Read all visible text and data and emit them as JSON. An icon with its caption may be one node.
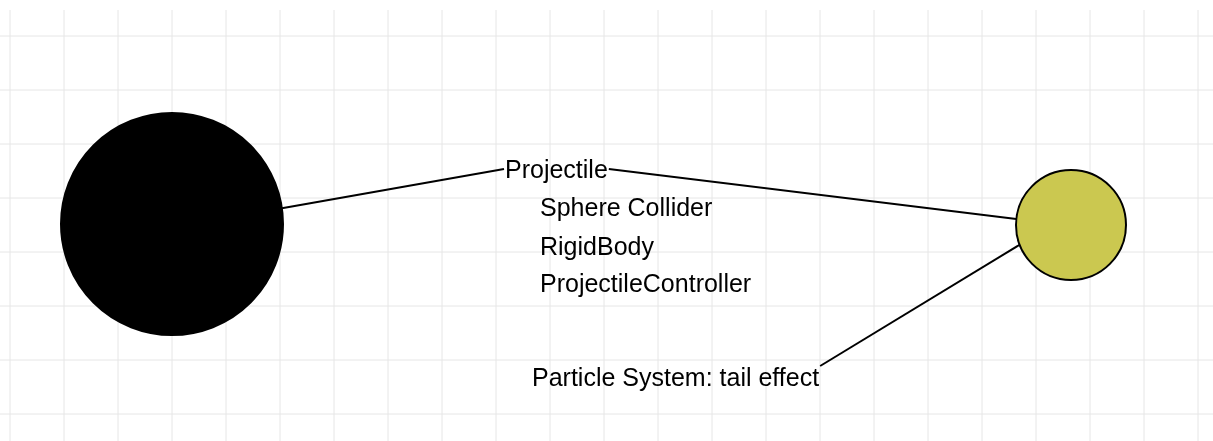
{
  "diagram": {
    "nodes": [
      {
        "text": [],
        "shape": "circle"
      },
      {
        "text": [],
        "shape": "circle"
      },
      {
        "text": [
          "Projectile"
        ]
      },
      {
        "text": [
          "Particle System: tail effect"
        ]
      }
    ],
    "edges": [
      {
        "from": 2,
        "to": 0,
        "arrow": "none"
      },
      {
        "from": 2,
        "to": 1,
        "arrow": "none"
      },
      {
        "from": 3,
        "to": 1,
        "arrow": "none"
      }
    ],
    "labels": [
      "Sphere Collider",
      "RigidBody",
      "ProjectileController"
    ]
  }
}
